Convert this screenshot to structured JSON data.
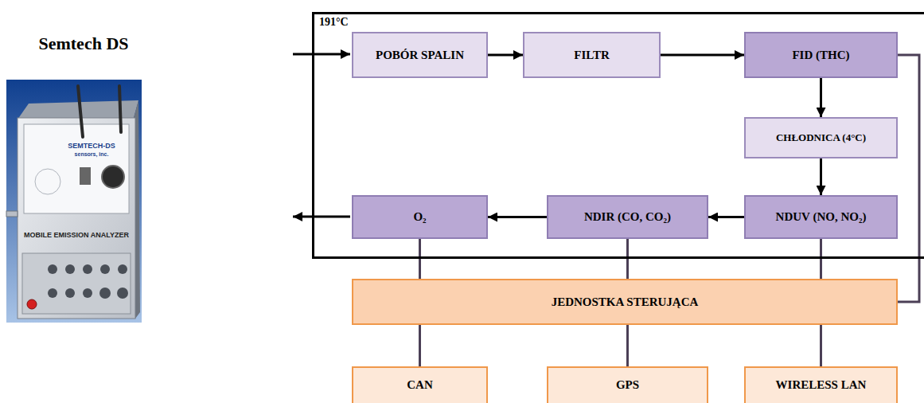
{
  "diagram": {
    "title": "Semtech DS",
    "nodes": [
      {
        "text": [
          "191°C"
        ]
      },
      {
        "text": [
          "POBÓR SPALIN"
        ],
        "in": 0
      },
      {
        "text": [
          "FILTR"
        ],
        "in": 0
      },
      {
        "text": [
          "FID (THC)"
        ],
        "in": 0
      },
      {
        "text": [
          "CHŁODNICA (4°C)"
        ],
        "in": 0
      },
      {
        "text": [
          "NDUV (NO, NO₂)"
        ],
        "in": 0
      },
      {
        "text": [
          "NDIR (CO, CO₂)"
        ],
        "in": 0
      },
      {
        "text": [
          "O₂"
        ],
        "in": 0
      },
      {
        "text": [
          "JEDNOSTKA STERUJĄCA"
        ]
      },
      {
        "text": [
          "CAN"
        ]
      },
      {
        "text": [
          "GPS"
        ]
      },
      {
        "text": [
          "WIRELESS LAN"
        ]
      }
    ],
    "edges": [
      {
        "from": 1,
        "to": 2,
        "arrow": "to"
      },
      {
        "from": 2,
        "to": 3,
        "arrow": "to"
      },
      {
        "from": 3,
        "to": 4,
        "arrow": "to"
      },
      {
        "from": 4,
        "to": 5,
        "arrow": "to"
      },
      {
        "from": 5,
        "to": 6,
        "arrow": "to"
      },
      {
        "from": 6,
        "to": 7,
        "arrow": "to"
      },
      {
        "from": 7,
        "to": 8,
        "arrow": "none"
      },
      {
        "from": 6,
        "to": 8,
        "arrow": "none"
      },
      {
        "from": 5,
        "to": 8,
        "arrow": "none"
      },
      {
        "from": 3,
        "to": 8,
        "arrow": "none"
      },
      {
        "from": 8,
        "to": 9,
        "arrow": "none"
      },
      {
        "from": 8,
        "to": 10,
        "arrow": "none"
      },
      {
        "from": 8,
        "to": 11,
        "arrow": "none"
      }
    ],
    "labels": [
      "SEMTECH-DS",
      "sensors, inc.",
      "MOBILE EMISSION ANALYZER"
    ]
  }
}
